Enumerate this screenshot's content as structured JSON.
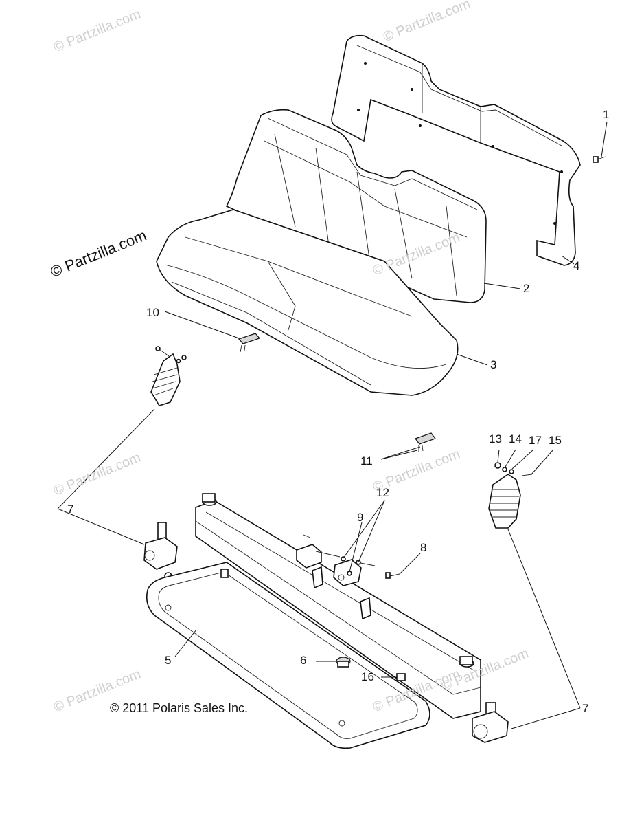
{
  "watermarks": [
    "© Partzilla.com",
    "© Partzilla.com",
    "© Partzilla.com",
    "© Partzilla.com",
    "© Partzilla.com",
    "© Partzilla.com",
    "© Partzilla.com",
    "© Partzilla.com"
  ],
  "main_watermark": "© Partzilla.com",
  "copyright": "© 2011 Polaris Sales Inc.",
  "callouts": [
    "1",
    "2",
    "3",
    "4",
    "5",
    "6",
    "7",
    "7",
    "8",
    "9",
    "10",
    "11",
    "12",
    "13",
    "14",
    "15",
    "16",
    "17"
  ]
}
